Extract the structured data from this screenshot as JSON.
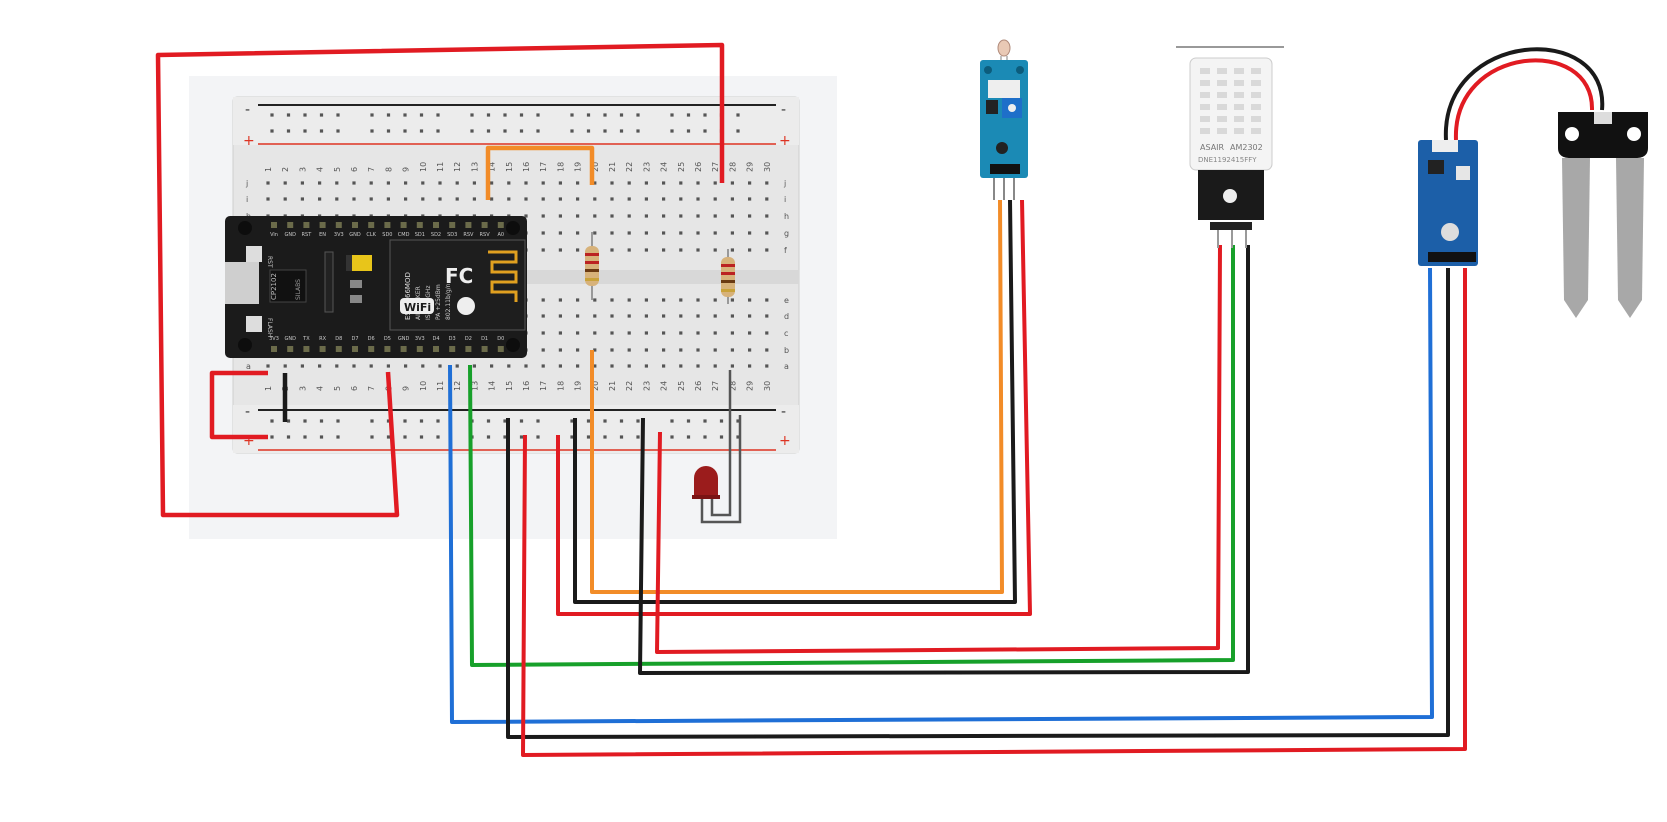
{
  "breadboard": {
    "rail_minus": "-",
    "rail_plus": "+",
    "column_numbers": [
      "1",
      "2",
      "3",
      "4",
      "5",
      "6",
      "7",
      "8",
      "9",
      "10",
      "11",
      "12",
      "13",
      "14",
      "15",
      "16",
      "17",
      "18",
      "19",
      "20",
      "21",
      "22",
      "23",
      "24",
      "25",
      "26",
      "27",
      "28",
      "29",
      "30"
    ],
    "row_letters_top": [
      "j",
      "i",
      "h",
      "g",
      "f"
    ],
    "row_letters_bottom": [
      "e",
      "d",
      "c",
      "b",
      "a"
    ]
  },
  "nodemcu": {
    "top_pins": [
      "Vin",
      "GND",
      "RST",
      "EN",
      "3V3",
      "GND",
      "CLK",
      "SD0",
      "CMD",
      "SD1",
      "SD2",
      "SD3",
      "RSV",
      "RSV",
      "A0"
    ],
    "bottom_pins": [
      "3V3",
      "GND",
      "TX",
      "RX",
      "D8",
      "D7",
      "D6",
      "D5",
      "GND",
      "3V3",
      "D4",
      "D3",
      "D2",
      "D1",
      "D0"
    ],
    "button_rst": "RST",
    "button_flash": "FLASH",
    "usb_chip": "CP2102",
    "usb_chip_sub": "SILABS",
    "module_text": "ESP8266MOD",
    "module_vendor": "AI-THINKER",
    "module_freq": "ISM 2.4GHz",
    "module_power": "PA +25dBm",
    "module_std": "802.11b/g/n",
    "fc_mark": "FC",
    "wifi_mark": "WiFi"
  },
  "dht_sensor": {
    "brand": "ASAIR",
    "model": "AM2302",
    "serial": "DNE1192415FFY"
  },
  "colors": {
    "wire_red": "#e11b22",
    "wire_black": "#1a1a1a",
    "wire_orange": "#f28c28",
    "wire_green": "#17a02a",
    "wire_blue": "#1f6fd6",
    "breadboard": "#e4e4e4",
    "pcb_black": "#1b1b1b",
    "pcb_blue": "#1c5fa8"
  }
}
